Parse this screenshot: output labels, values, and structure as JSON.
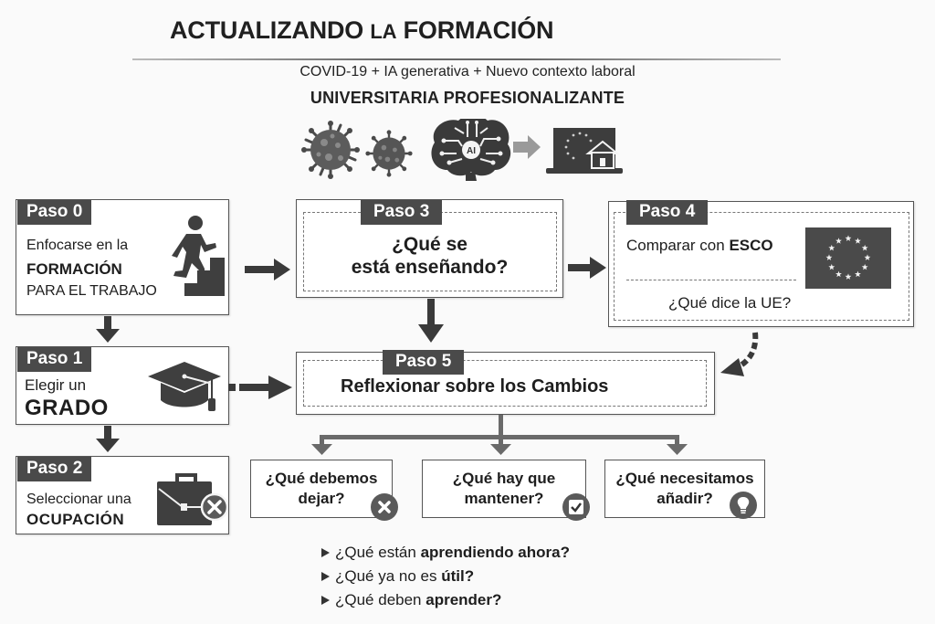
{
  "header": {
    "title_part1": "ACTUALIZANDO ",
    "title_small": "LA",
    "title_part2": " FORMACIÓN",
    "subtitle": "COVID-19 + IA generativa + Nuevo contexto laboral",
    "subtitle2": "UNIVERSITARIA PROFESIONALIZANTE",
    "icons": [
      "virus-icon",
      "virus-icon",
      "ai-brain-icon",
      "arrow-right-icon",
      "laptop-eu-home-icon"
    ],
    "brain_label": "AI"
  },
  "steps": {
    "paso0": {
      "tag": "Paso 0",
      "line1": "Enfocarse en la",
      "line2": "FORMACIÓN",
      "line3": "PARA EL TRABAJO",
      "icon": "stairs-climber-icon"
    },
    "paso1": {
      "tag": "Paso 1",
      "line1": "Elegir un",
      "line2": "GRADO",
      "icon": "graduation-cap-icon"
    },
    "paso2": {
      "tag": "Paso 2",
      "line1": "Seleccionar una",
      "line2": "OCUPACIÓN",
      "icon": "briefcase-x-icon"
    },
    "paso3": {
      "tag": "Paso 3",
      "line1": "¿Qué se",
      "line2": "está enseñando?"
    },
    "paso4": {
      "tag": "Paso 4",
      "line1_normal": "Comparar con ",
      "line1_bold": "ESCO",
      "line2": "¿Qué dice la UE?",
      "icon": "eu-flag-icon"
    },
    "paso5": {
      "tag": "Paso 5",
      "text_normal": "Reflexionar sobre los ",
      "text_bold": "Cambios"
    }
  },
  "questions": [
    {
      "line1": "¿Qué debemos",
      "line2": "dejar?",
      "icon": "x-circle-icon"
    },
    {
      "line1": "¿Qué hay que",
      "line2": "mantener?",
      "icon": "checkbox-icon"
    },
    {
      "line1": "¿Qué necesitamos",
      "line2": "añadir?",
      "icon": "lightbulb-icon"
    }
  ],
  "bullets": [
    {
      "normal": "¿Qué están ",
      "bold": "aprendiendo ahora?"
    },
    {
      "normal": "¿Qué ya no es ",
      "bold": "útil?"
    },
    {
      "normal": "¿Qué deben ",
      "bold": "aprender?"
    }
  ],
  "colors": {
    "tag_bg": "#4a4a4a",
    "border": "#555555",
    "icon_fill": "#3f3f3f",
    "background": "#fafafa"
  }
}
